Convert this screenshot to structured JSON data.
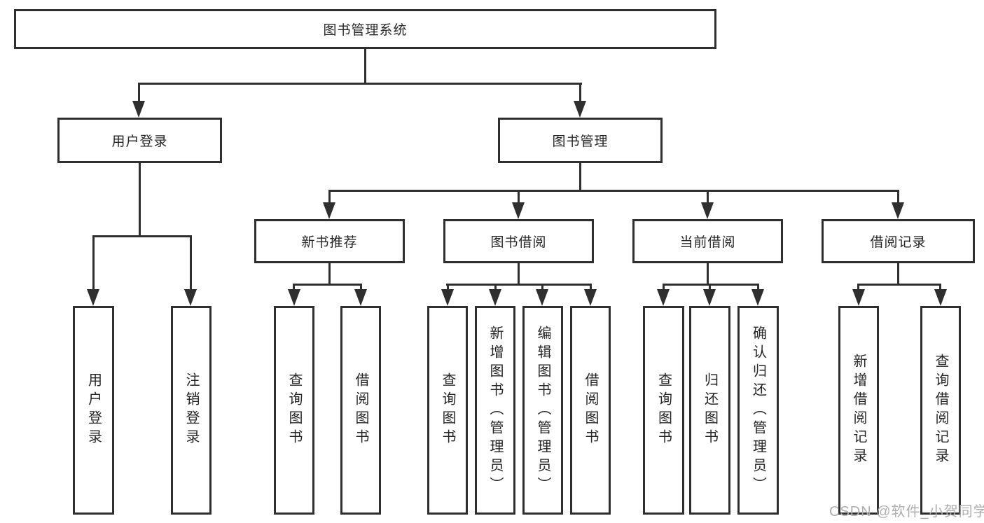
{
  "diagram": {
    "root": {
      "label": "图书管理系统"
    },
    "level2": {
      "user_login": {
        "label": "用户登录"
      },
      "book_mgmt": {
        "label": "图书管理"
      }
    },
    "level3": {
      "new_books": {
        "label": "新书推荐"
      },
      "book_borrow": {
        "label": "图书借阅"
      },
      "current_borrow": {
        "label": "当前借阅"
      },
      "borrow_records": {
        "label": "借阅记录"
      }
    },
    "leaves": {
      "user_login": [
        "用户登录",
        "注销登录"
      ],
      "new_books": [
        "查询图书",
        "借阅图书"
      ],
      "book_borrow": [
        "查询图书",
        "新增图书（管理员）",
        "编辑图书（管理员）",
        "借阅图书"
      ],
      "current_borrow": [
        "查询图书",
        "归还图书",
        "确认归还（管理员）"
      ],
      "borrow_records": [
        "新增借阅记录",
        "查询借阅记录"
      ]
    },
    "watermark": "CSDN @软件_小贺同学",
    "colors": {
      "line": "#2f2f2f",
      "text": "#262626",
      "watermark": "#aeaeae",
      "background": "#ffffff"
    }
  }
}
